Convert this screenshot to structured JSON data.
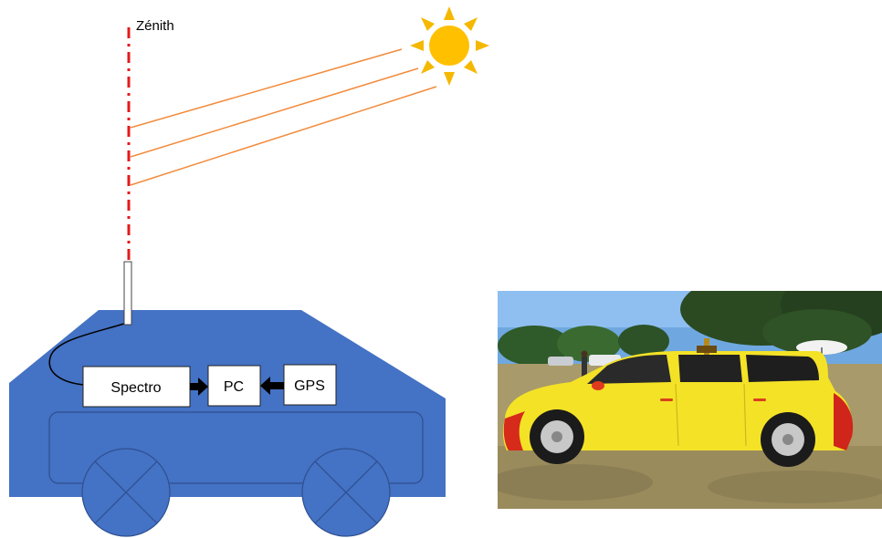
{
  "labels": {
    "zenith": "Zénith",
    "spectro": "Spectro",
    "pc": "PC",
    "gps": "GPS"
  },
  "colors": {
    "car_body": "#4472c4",
    "zenith_line": "#e31a1c",
    "sun_rays": "#f28b3c",
    "sun": "#ffc000",
    "sun_spikes": "#f5b800"
  },
  "photo": {
    "description_icon": "yellow-car-with-roof-spectrometer-photo"
  }
}
